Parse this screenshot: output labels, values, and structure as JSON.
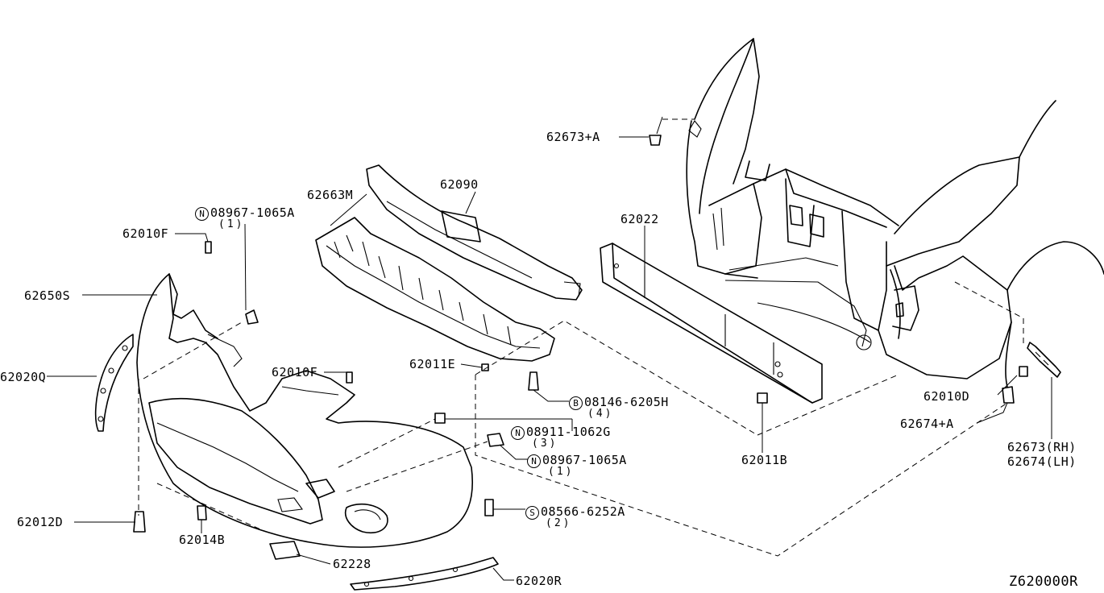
{
  "diagram": {
    "code": "Z620000R",
    "labels": {
      "p62673a": "62673+A",
      "p62090": "62090",
      "p62663m": "62663M",
      "p08967a_top_mark": "N",
      "p08967a_top": "08967-1065A",
      "p08967a_top_qty": "(1)",
      "p62010f_a": "62010F",
      "p62022": "62022",
      "p62650s": "62650S",
      "p62020q": "62020Q",
      "p62010f_b": "62010F",
      "p62011e": "62011E",
      "p08146_mark": "B",
      "p08146": "08146-6205H",
      "p08146_qty": "(4)",
      "p08911_mark": "N",
      "p08911": "08911-1062G",
      "p08911_qty": "(3)",
      "p08967a_mid_mark": "N",
      "p08967a_mid": "08967-1065A",
      "p08967a_mid_qty": "(1)",
      "p08566_mark": "S",
      "p08566": "08566-6252A",
      "p08566_qty": "(2)",
      "p62012d": "62012D",
      "p62014b": "62014B",
      "p62228": "62228",
      "p62020r": "62020R",
      "p62011b": "62011B",
      "p62010d": "62010D",
      "p62674a": "62674+A",
      "p62673rh": "62673(RH)",
      "p62674lh": "62674(LH)"
    }
  }
}
